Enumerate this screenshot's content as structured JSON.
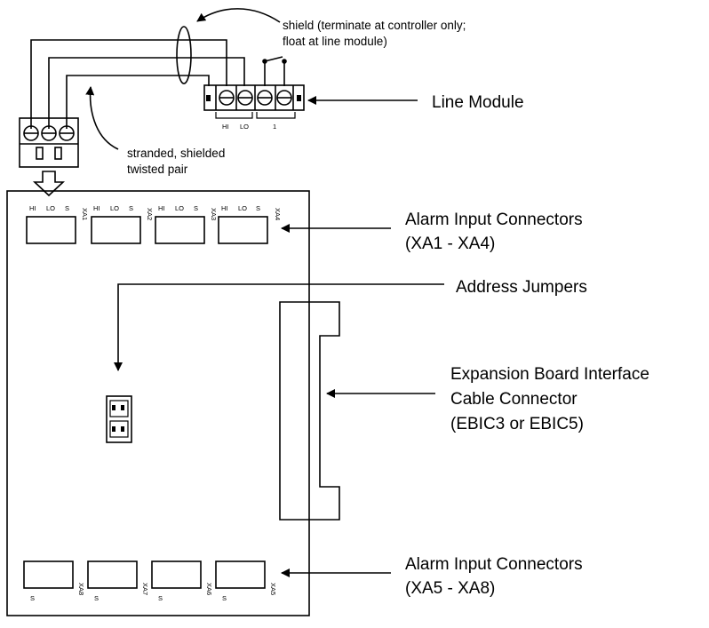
{
  "labels": {
    "shield_line1": "shield (terminate at controller only;",
    "shield_line2": "float at line module)",
    "line_module": "Line Module",
    "cable_line1": "stranded, shielded",
    "cable_line2": "twisted pair",
    "alarm_top_line1": "Alarm Input Connectors",
    "alarm_top_line2": "(XA1 - XA4)",
    "address_jumpers": "Address Jumpers",
    "expansion_line1": "Expansion Board Interface",
    "expansion_line2": "Cable Connector",
    "expansion_line3": "(EBIC3 or EBIC5)",
    "alarm_bottom_line1": "Alarm Input Connectors",
    "alarm_bottom_line2": "(XA5 - XA8)"
  },
  "line_module_terminals": {
    "hi": "HI",
    "lo": "LO",
    "one": "1"
  },
  "top_connectors": [
    {
      "id": "XA1",
      "pins": [
        "HI",
        "LO",
        "S"
      ]
    },
    {
      "id": "XA2",
      "pins": [
        "HI",
        "LO",
        "S"
      ]
    },
    {
      "id": "XA3",
      "pins": [
        "HI",
        "LO",
        "S"
      ]
    },
    {
      "id": "XA4",
      "pins": []
    }
  ],
  "bottom_connectors": [
    {
      "id": "XA8",
      "pin": "S"
    },
    {
      "id": "XA7",
      "pin": "S"
    },
    {
      "id": "XA6",
      "pin": "S"
    },
    {
      "id": "XA5",
      "pin": "S"
    }
  ]
}
